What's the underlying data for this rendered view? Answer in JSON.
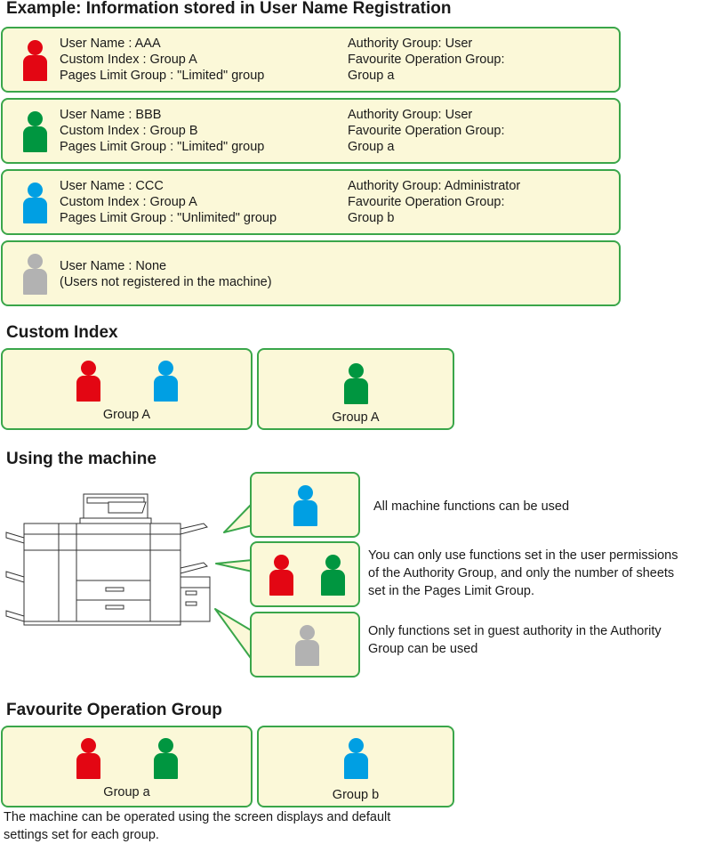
{
  "colors": {
    "box_fill": "#fbf8d8",
    "box_border": "#3aa64a",
    "user_aaa": "#e30613",
    "user_bbb": "#009640",
    "user_ccc": "#009fe3",
    "user_none": "#b2b2b2"
  },
  "example": {
    "title": "Example: Information stored in User Name Registration",
    "users": [
      {
        "name": "User Name : AAA",
        "custom_index": "Custom Index : Group A",
        "pages_limit": "Pages Limit Group : \"Limited\" group",
        "authority": "Authority Group: User",
        "favourite_label": "Favourite Operation Group:",
        "favourite_value": "Group a"
      },
      {
        "name": "User Name : BBB",
        "custom_index": "Custom Index : Group B",
        "pages_limit": "Pages Limit Group : \"Limited\" group",
        "authority": "Authority Group: User",
        "favourite_label": "Favourite Operation Group:",
        "favourite_value": "Group a"
      },
      {
        "name": "User Name : CCC",
        "custom_index": "Custom Index : Group A",
        "pages_limit": "Pages Limit Group : \"Unlimited\" group",
        "authority": "Authority Group: Administrator",
        "favourite_label": "Favourite Operation Group:",
        "favourite_value": "Group b"
      },
      {
        "name": "User Name : None",
        "note": "(Users not registered in the machine)"
      }
    ]
  },
  "custom_index": {
    "title": "Custom Index",
    "groups": [
      {
        "label": "Group A"
      },
      {
        "label": "Group A"
      }
    ]
  },
  "using_machine": {
    "title": "Using the machine",
    "descriptions": [
      {
        "lines": [
          "All machine functions can be used"
        ]
      },
      {
        "lines": [
          "You can only use functions set in the user permissions",
          "of the Authority Group, and only the number of sheets",
          "set in the Pages Limit Group."
        ]
      },
      {
        "lines": [
          "Only functions set in guest authority in the Authority",
          "Group can be used"
        ]
      }
    ]
  },
  "favourite": {
    "title": "Favourite Operation Group",
    "groups": [
      {
        "label": "Group a"
      },
      {
        "label": "Group b"
      }
    ],
    "footer_lines": [
      "The machine can be operated using the screen displays and default",
      "settings set for each group."
    ]
  }
}
